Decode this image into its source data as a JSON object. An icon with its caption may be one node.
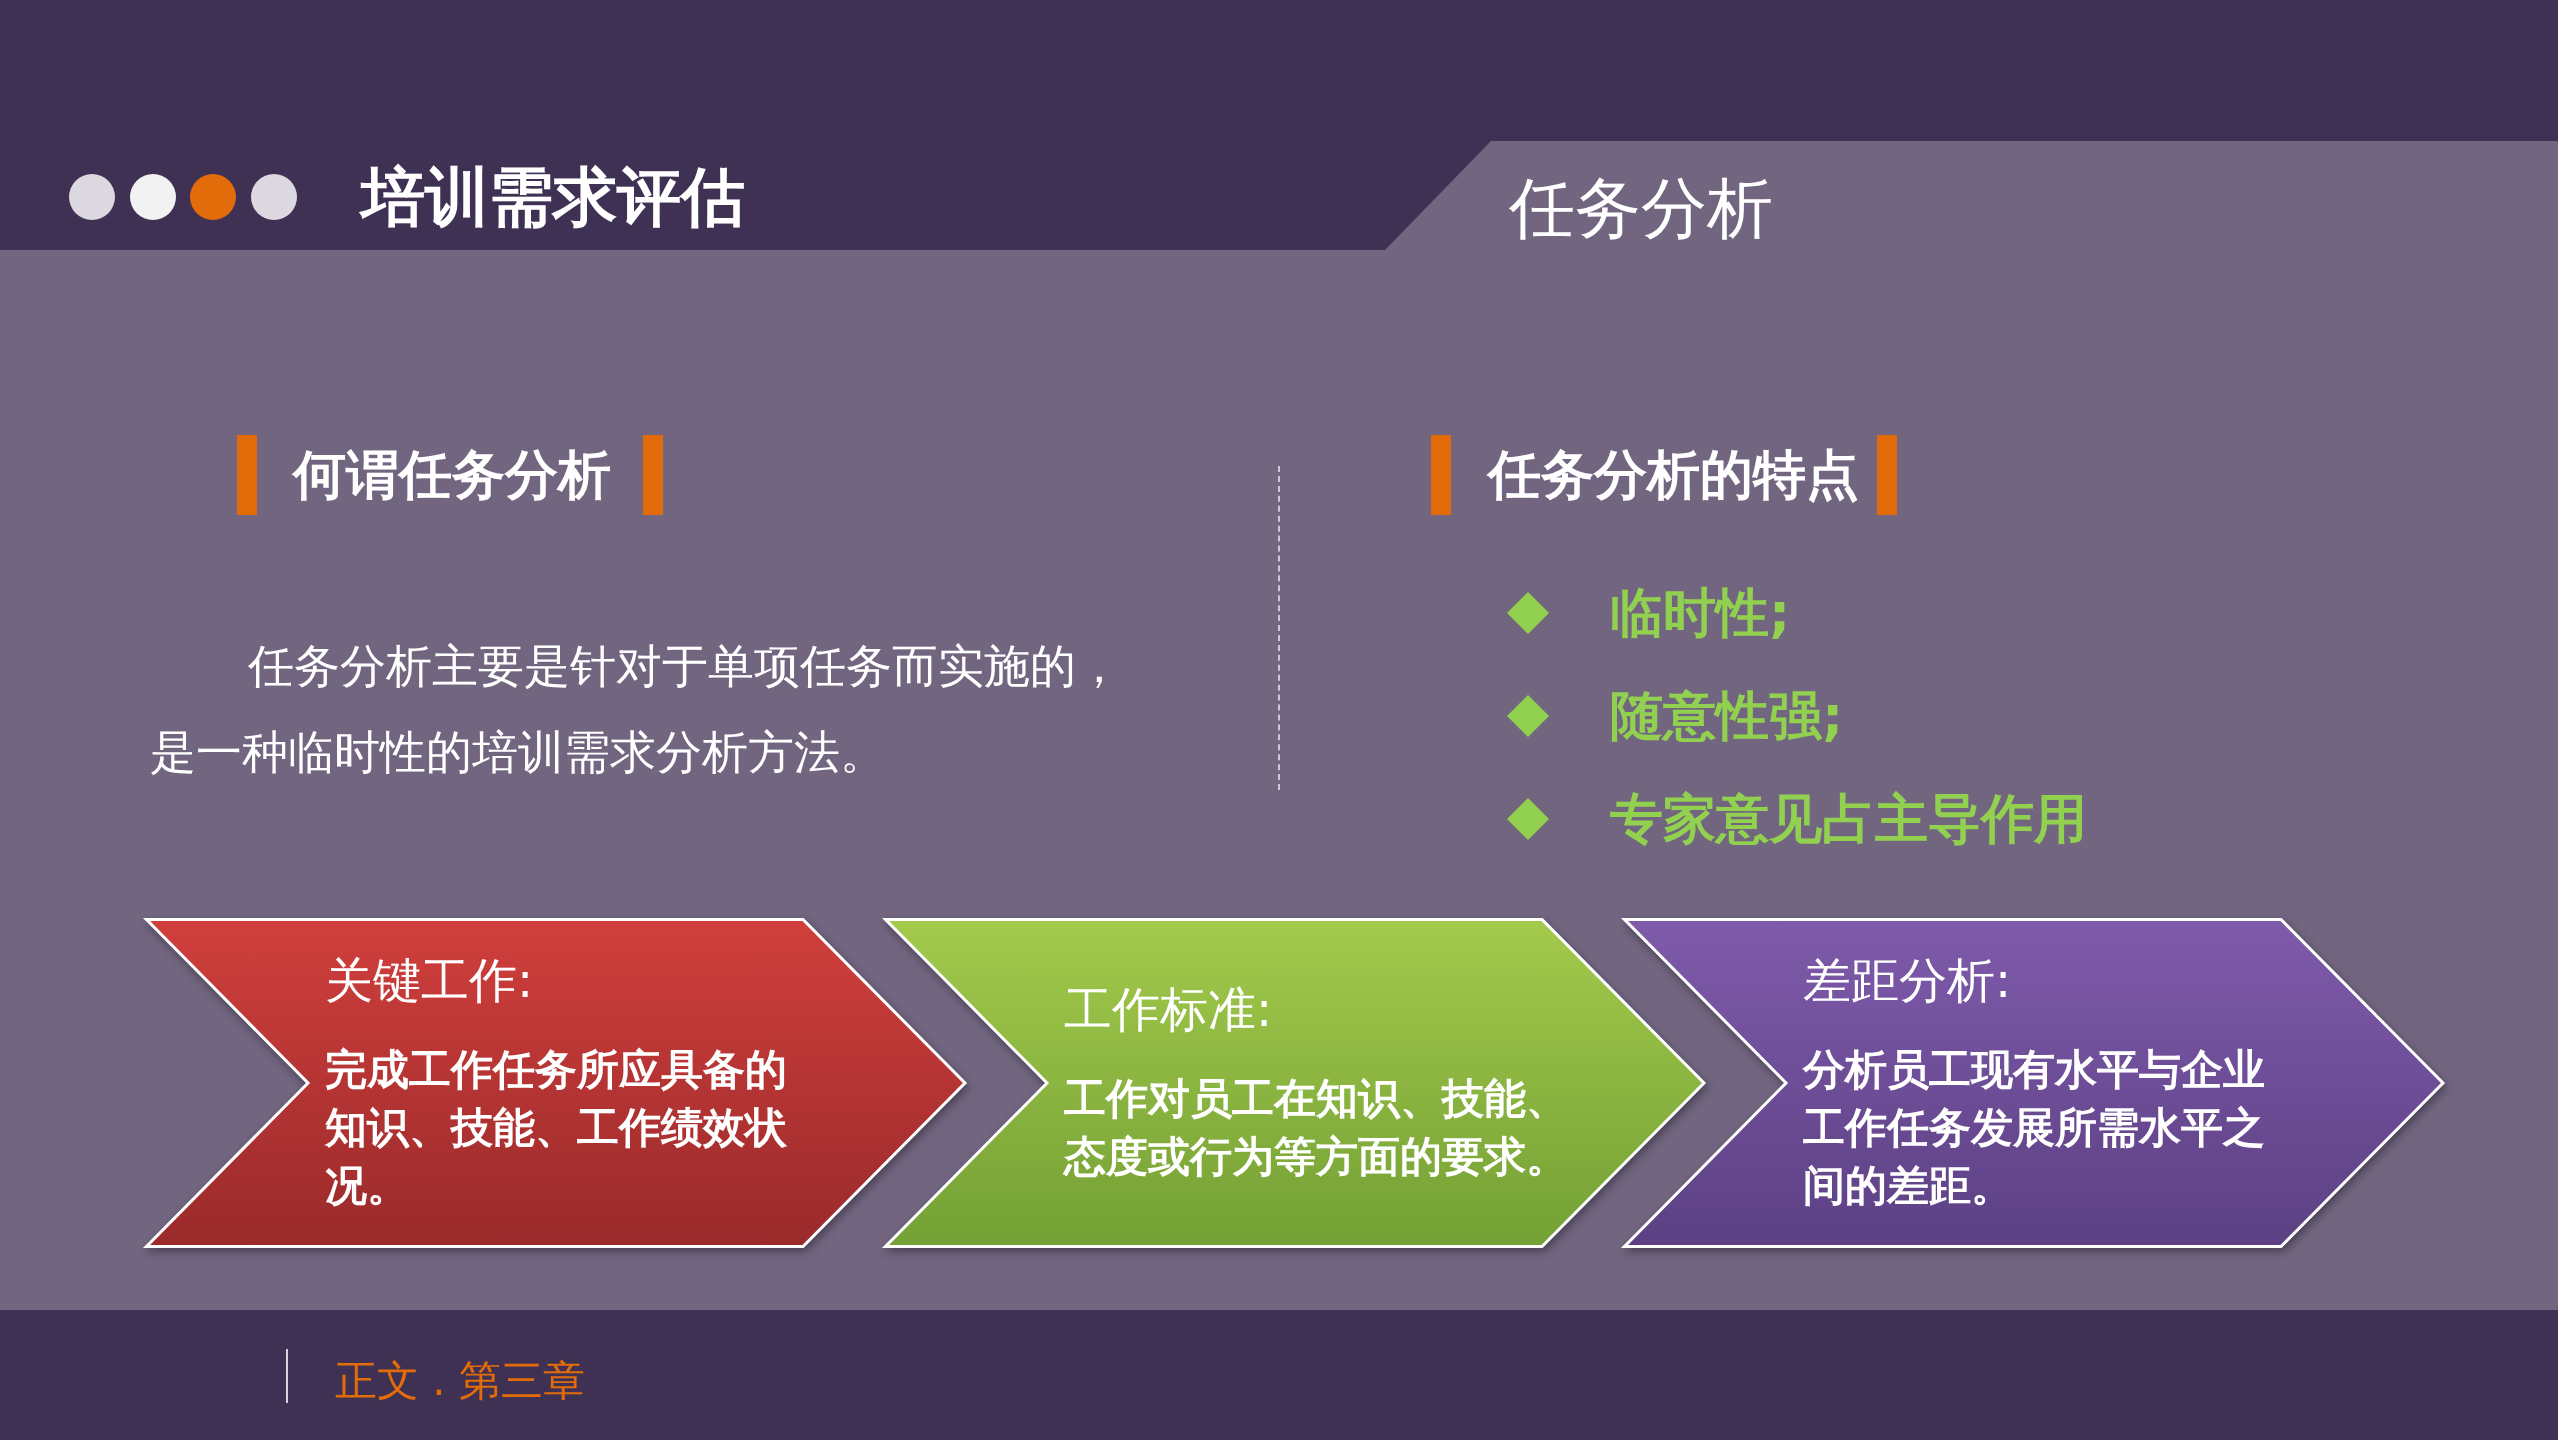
{
  "diagram": {
    "title": "培训需求评估",
    "nodes": [
      {
        "text": [
          "关键工作:",
          "完成工作任务所应具备的知识、技能、工作绩效状况。"
        ]
      },
      {
        "text": [
          "工作标准:",
          "工作对员工在知识、技能、态度或行为等方面的要求。"
        ]
      },
      {
        "text": [
          "差距分析:",
          "分析员工现有水平与企业工作任务发展所需水平之间的差距。"
        ]
      }
    ],
    "labels": [
      "任务分析",
      "何谓任务分析",
      "任务分析主要是针对于单项任务而实施的，是一种临时性的培训需求分析方法。",
      "任务分析的特点",
      "临时性;",
      "随意性强;",
      "专家意见占主导作用",
      "正文 . 第三章"
    ]
  }
}
